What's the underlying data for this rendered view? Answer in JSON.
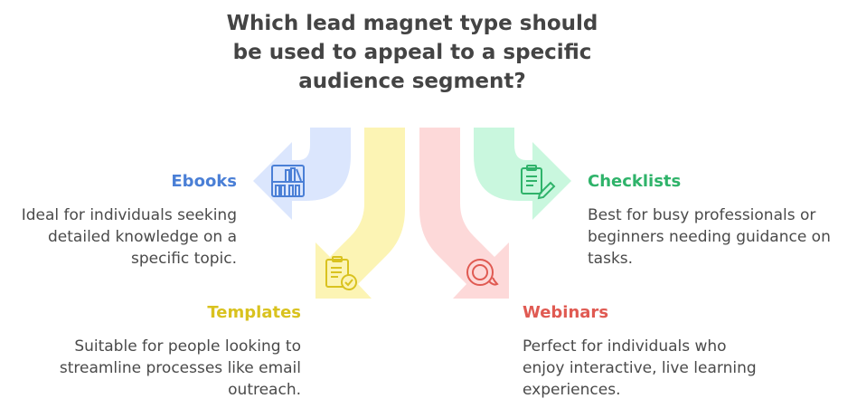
{
  "title": "Which lead magnet type should be used to appeal to a specific audience segment?",
  "colors": {
    "ebooks": "#4a7fd6",
    "checklists": "#2fb36a",
    "templates": "#d9c21f",
    "webinars": "#e05a52"
  },
  "items": [
    {
      "key": "ebooks",
      "label": "Ebooks",
      "description": "Ideal for individuals seeking detailed knowledge on a specific topic.",
      "icon": "bookshelf-icon"
    },
    {
      "key": "checklists",
      "label": "Checklists",
      "description": "Best for busy professionals or beginners needing guidance on tasks.",
      "icon": "clipboard-pencil-icon"
    },
    {
      "key": "templates",
      "label": "Templates",
      "description": "Suitable for people looking to streamline processes like email outreach.",
      "icon": "clipboard-check-icon"
    },
    {
      "key": "webinars",
      "label": "Webinars",
      "description": "Perfect for individuals who enjoy interactive, live learning experiences.",
      "icon": "chat-bubble-icon"
    }
  ]
}
